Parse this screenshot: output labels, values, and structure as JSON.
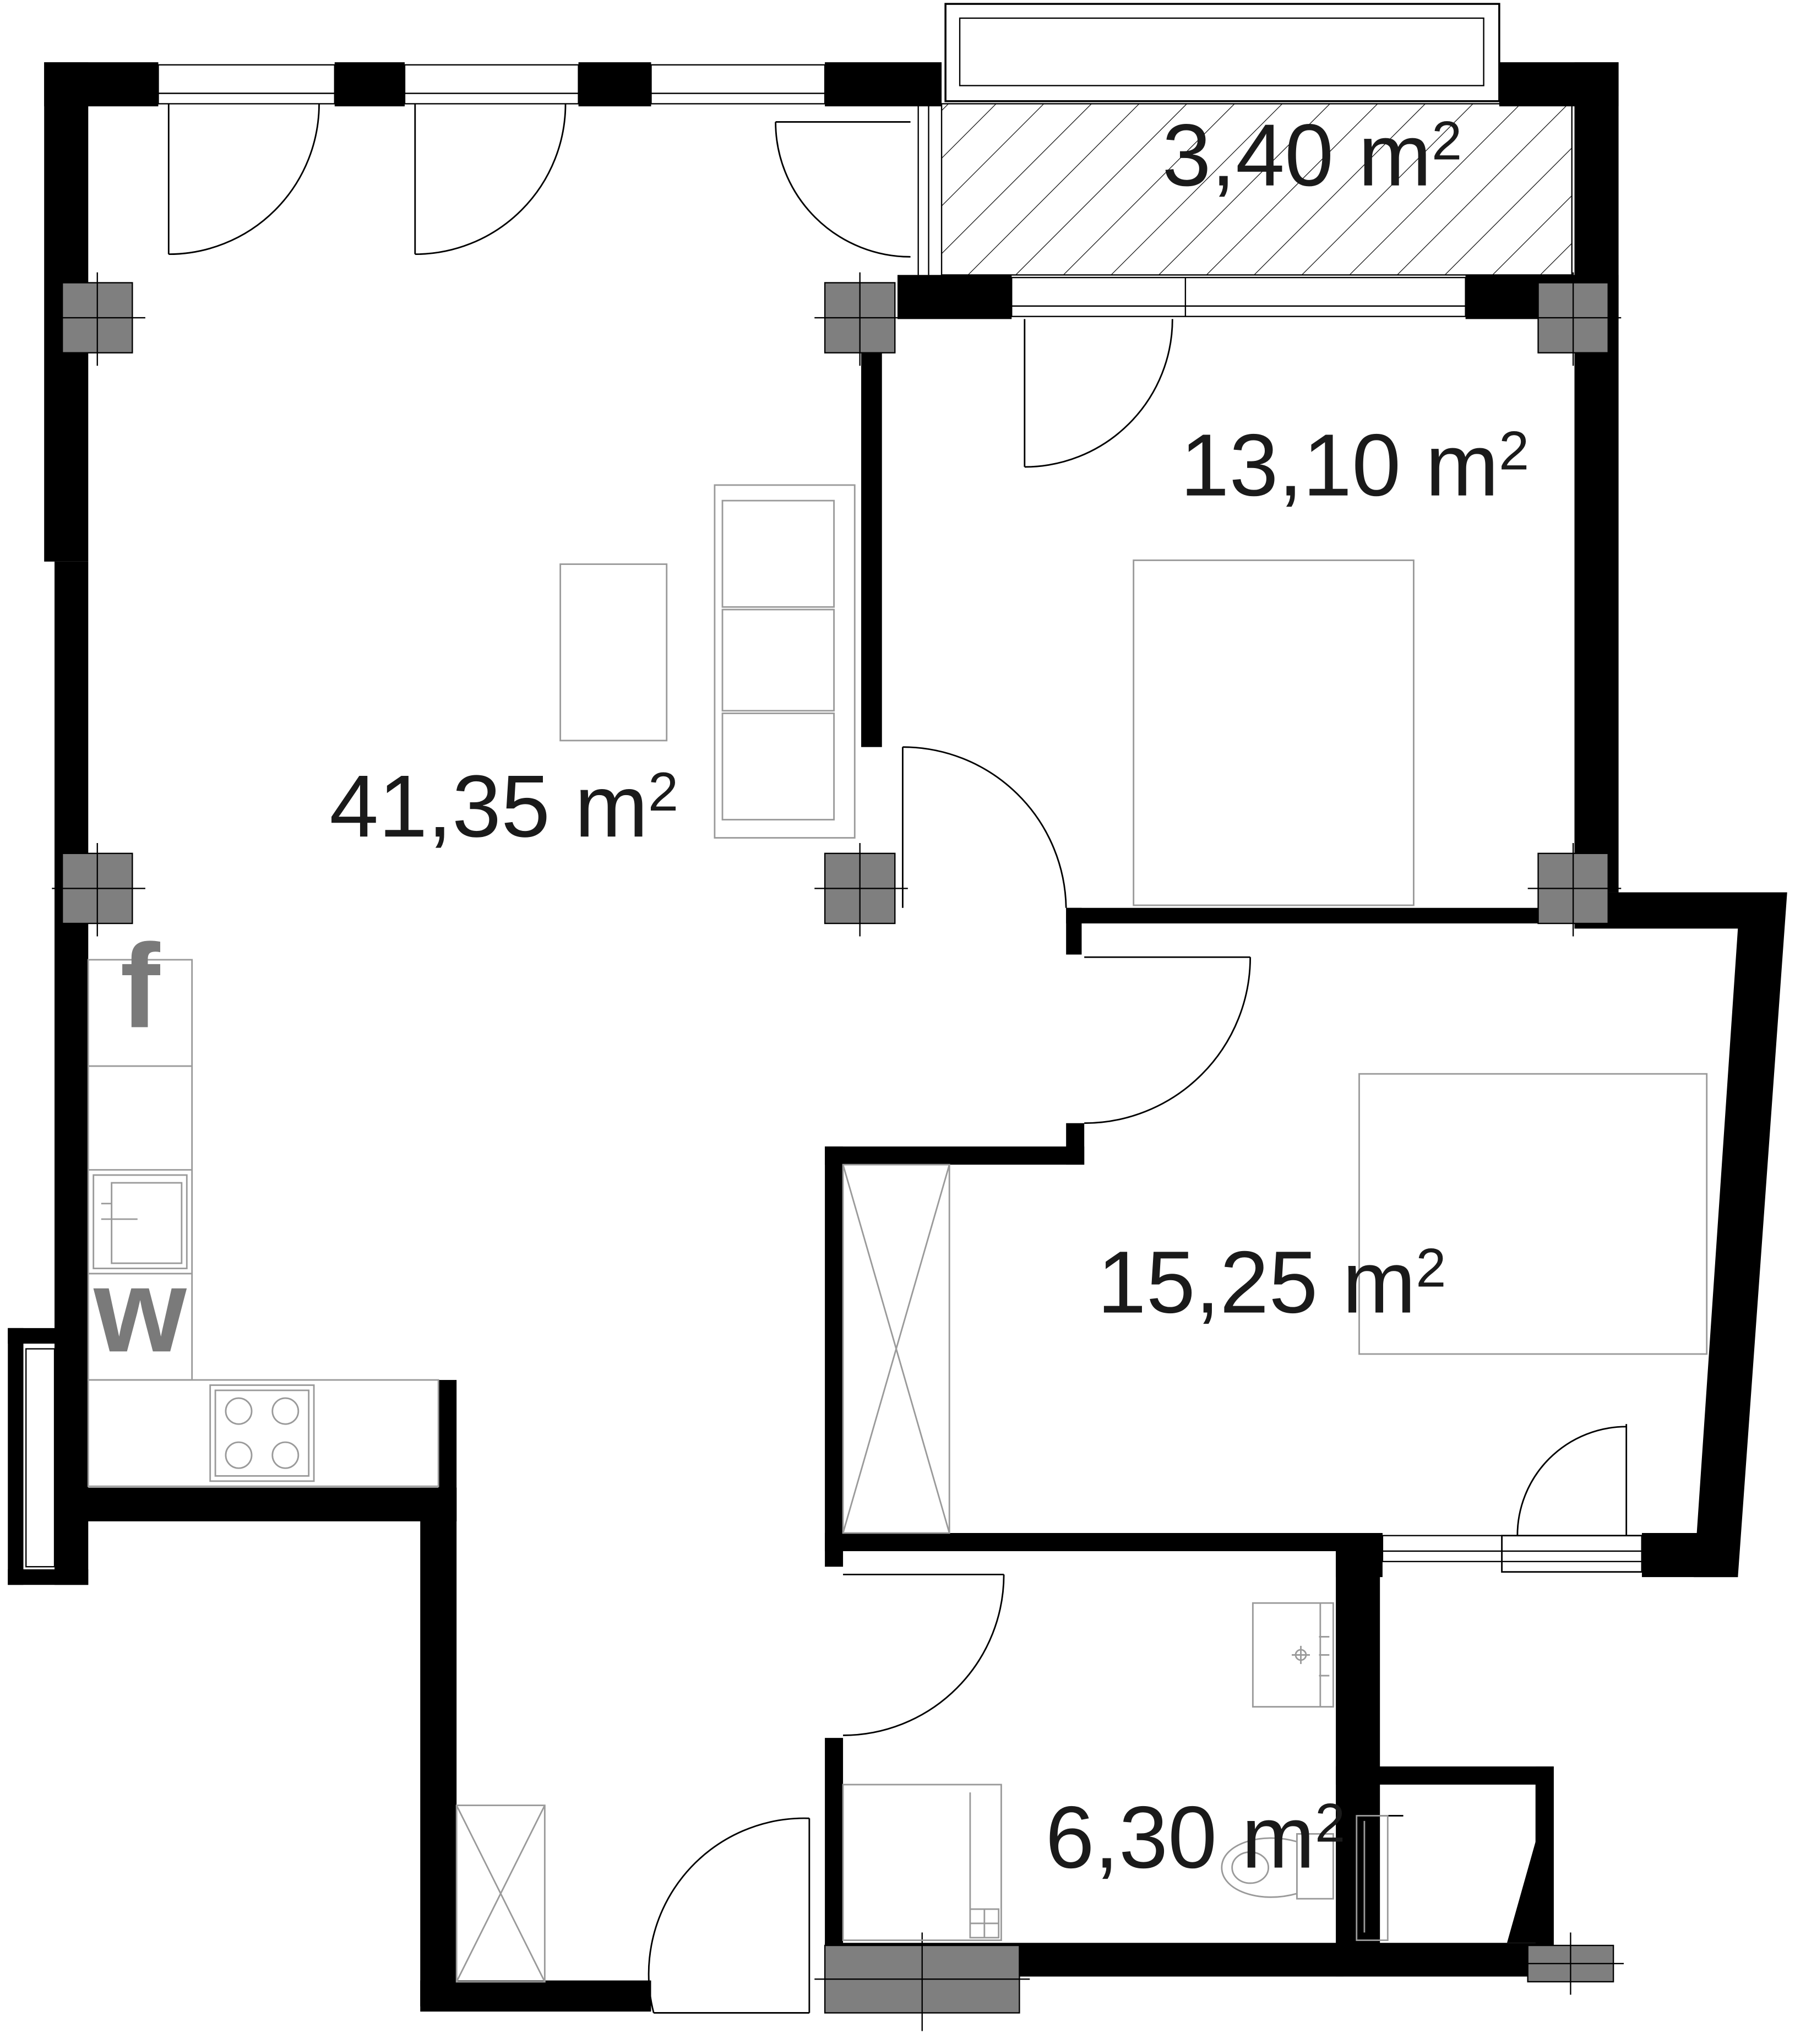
{
  "colors": {
    "wall": "#000000",
    "column": "#7f7f7f",
    "furniture": "#9a9a9a",
    "background": "#ffffff",
    "appliance_text": "#7a7a7a",
    "area_text": "#1a1a1a"
  },
  "rooms": [
    {
      "id": "living",
      "area_value": "41,35 m",
      "area_sup": "2"
    },
    {
      "id": "bedroom-1",
      "area_value": "13,10 m",
      "area_sup": "2"
    },
    {
      "id": "bedroom-2",
      "area_value": "15,25 m",
      "area_sup": "2"
    },
    {
      "id": "bathroom",
      "area_value": "6,30 m",
      "area_sup": "2"
    },
    {
      "id": "balcony",
      "area_value": "3,40 m",
      "area_sup": "2"
    }
  ],
  "appliances": {
    "fridge_label": "f",
    "washer_label": "w"
  },
  "icons": [
    "door-swing-icon",
    "window-icon",
    "column-icon",
    "sofa-icon",
    "table-icon",
    "bed-icon",
    "wardrobe-icon",
    "sink-icon",
    "stove-icon",
    "toilet-icon",
    "bathtub-icon",
    "washbasin-icon"
  ]
}
